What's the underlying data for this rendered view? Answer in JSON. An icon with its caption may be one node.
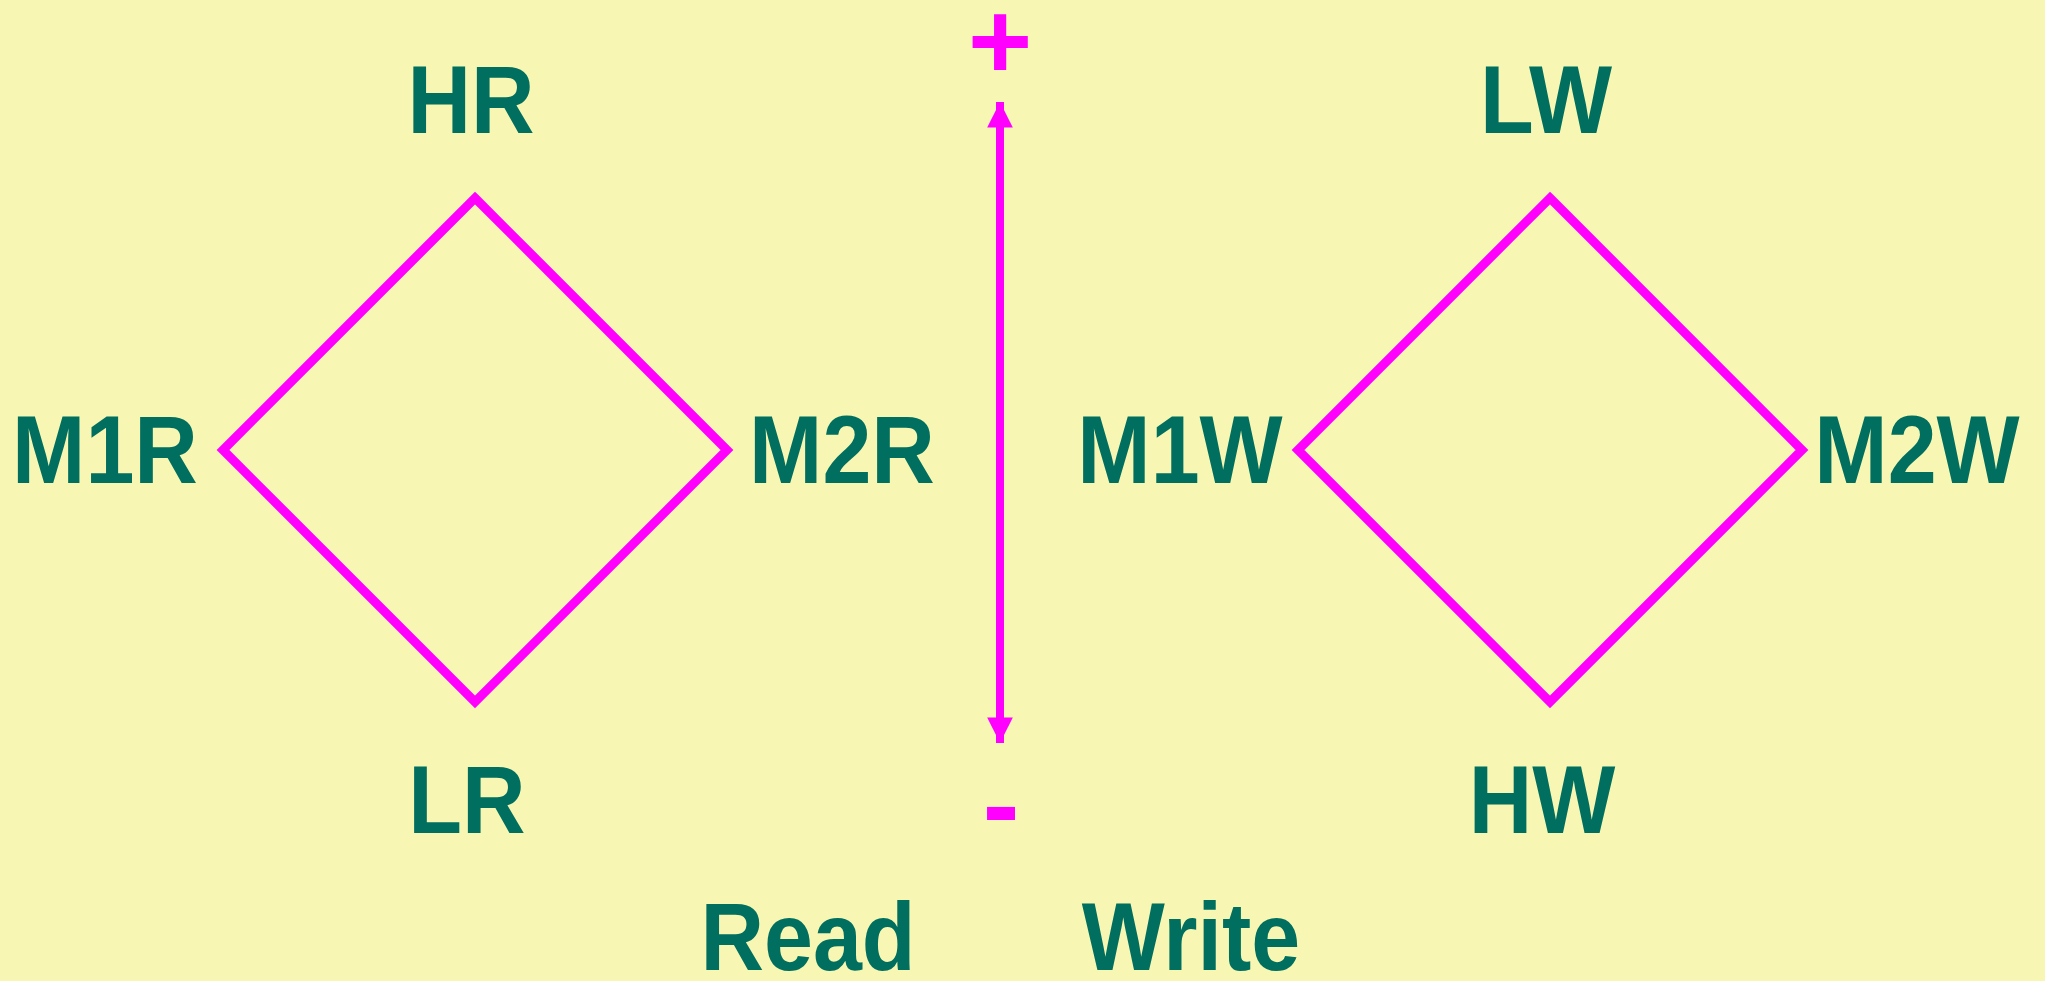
{
  "diagram": {
    "nodes": [
      {
        "text": [],
        "shape": "diamond",
        "beside": [
          "HR",
          "M1R",
          "M2R",
          "LR"
        ]
      },
      {
        "text": [
          "+"
        ]
      },
      {
        "text": [
          "-"
        ]
      },
      {
        "text": [],
        "shape": "diamond",
        "beside": [
          "LW",
          "M1W",
          "M2W",
          "HW"
        ]
      }
    ],
    "edges": [
      {
        "from": 1,
        "to": 2,
        "arrow": "both"
      }
    ],
    "labels": [
      "Read",
      "Write"
    ]
  }
}
